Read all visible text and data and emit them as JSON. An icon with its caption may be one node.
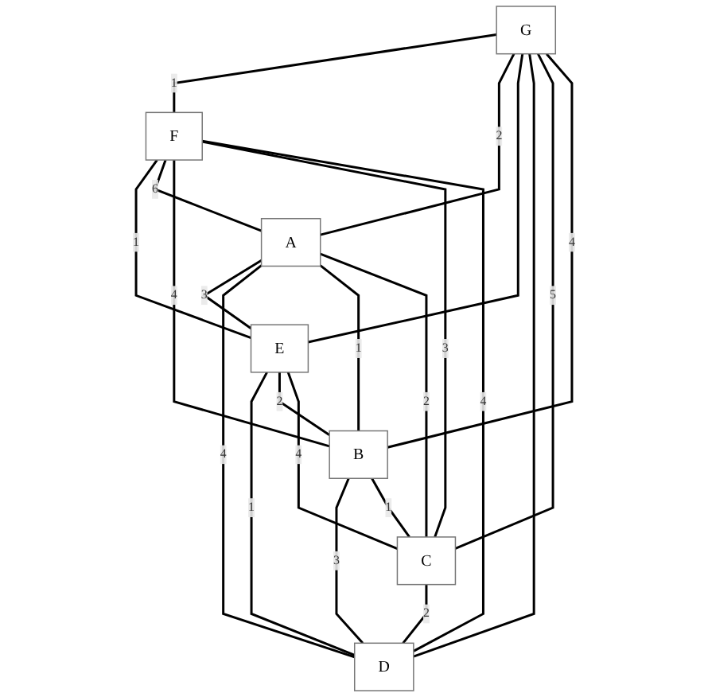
{
  "diagram": {
    "nodes": [
      {
        "text": [
          "G"
        ]
      },
      {
        "text": [
          "F"
        ]
      },
      {
        "text": [
          "E"
        ]
      },
      {
        "text": [
          "A"
        ]
      },
      {
        "text": [
          "D"
        ]
      },
      {
        "text": [
          "B"
        ]
      },
      {
        "text": [
          "C"
        ]
      }
    ],
    "edges": [
      {
        "from": 0,
        "to": 1,
        "arrow": "none",
        "label": "1"
      },
      {
        "from": 0,
        "to": 3,
        "arrow": "none",
        "label": "2"
      },
      {
        "from": 0,
        "to": 2,
        "arrow": "none"
      },
      {
        "from": 0,
        "to": 4,
        "arrow": "none"
      },
      {
        "from": 0,
        "to": 6,
        "arrow": "none",
        "label": "5"
      },
      {
        "from": 0,
        "to": 5,
        "arrow": "none",
        "label": "4"
      },
      {
        "from": 1,
        "to": 2,
        "arrow": "none",
        "label": "1"
      },
      {
        "from": 1,
        "to": 3,
        "arrow": "none",
        "label": "6"
      },
      {
        "from": 1,
        "to": 5,
        "arrow": "none",
        "label": "4"
      },
      {
        "from": 1,
        "to": 6,
        "arrow": "none",
        "label": "3"
      },
      {
        "from": 1,
        "to": 4,
        "arrow": "none",
        "label": "4"
      },
      {
        "from": 3,
        "to": 2,
        "arrow": "none",
        "label": "3"
      },
      {
        "from": 2,
        "to": 4,
        "arrow": "none",
        "label": "1"
      },
      {
        "from": 2,
        "to": 5,
        "arrow": "none",
        "label": "2"
      },
      {
        "from": 2,
        "to": 6,
        "arrow": "none",
        "label": "4"
      },
      {
        "from": 3,
        "to": 4,
        "arrow": "none",
        "label": "4"
      },
      {
        "from": 3,
        "to": 5,
        "arrow": "none",
        "label": "1"
      },
      {
        "from": 3,
        "to": 6,
        "arrow": "none",
        "label": "2"
      },
      {
        "from": 5,
        "to": 4,
        "arrow": "none",
        "label": "3"
      },
      {
        "from": 5,
        "to": 6,
        "arrow": "none",
        "label": "1"
      },
      {
        "from": 6,
        "to": 4,
        "arrow": "none",
        "label": "2"
      }
    ]
  }
}
